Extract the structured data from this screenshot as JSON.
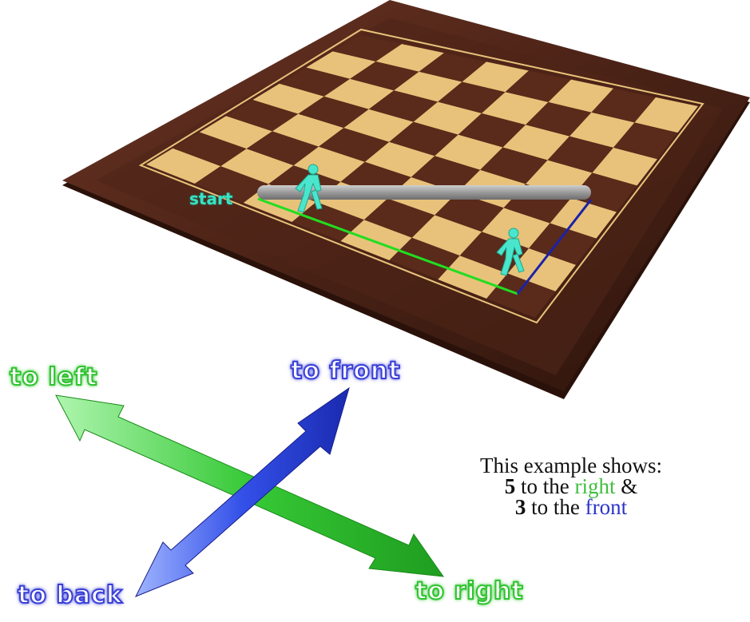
{
  "labels": {
    "start": "start",
    "to_left": "to left",
    "to_front": "to front",
    "to_back": "to back",
    "to_right": "to right"
  },
  "caption": {
    "line1": "This example shows:",
    "line2_num": "5",
    "line2_pre": "to the",
    "line2_dir": "right",
    "line2_post": "&",
    "line3_num": "3",
    "line3_pre": "to the",
    "line3_dir": "front"
  },
  "colors": {
    "board_frame": "#4a2216",
    "board_light": "#e8c27a",
    "board_dark": "#5a2a1a",
    "path_right": "#22dd22",
    "path_front": "#1a22aa",
    "arrow_green": "#3ccf3c",
    "arrow_blue": "#2f45e0",
    "start_color": "#36e3c3",
    "figure_color": "#49e6cd",
    "bar_color": "#9a9a9a"
  }
}
